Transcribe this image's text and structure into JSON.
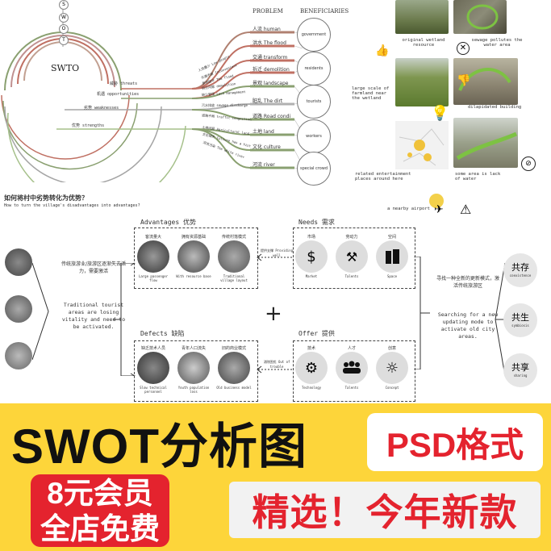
{
  "swot_diagram": {
    "letters": [
      "S",
      "W",
      "O",
      "T"
    ],
    "center_label": "SWTO",
    "arcs": [
      {
        "label": "威胁 threats"
      },
      {
        "label": "机遇 opportunities"
      },
      {
        "label": "劣势 weaknesses"
      },
      {
        "label": "优势 strengths"
      }
    ],
    "column_problem": "PROBLEM",
    "column_beneficiaries": "BENEFICIARIES",
    "problems": [
      "人流 human",
      "洪水 The flood",
      "交通 transform",
      "拆迁 demolition",
      "景观 landscape",
      "脏乱 The dirt",
      "道路 Road condi",
      "土地 land",
      "文化 culture",
      "河流 river"
    ],
    "branch_labels": [
      "人流量少 Low people",
      "交通不便 Inconvenient",
      "景观破坏 The flood",
      "拆迁问题 demolition",
      "缺少管理 Lack management",
      "污水排放 sewage discharge",
      "道路不畅 traffic congestion",
      "土地问题 Agricultural land",
      "文化缺失 Culture has a hist",
      "河流污染 The white river"
    ],
    "beneficiaries": [
      "government",
      "residents",
      "tourists",
      "workers",
      "special crowd"
    ]
  },
  "photo_panel": {
    "captions": [
      "original wetland resource",
      "sewage pollutes the water area",
      "large scale of farmland near the wetland",
      "dilapidated building",
      "related entertainment places around here",
      "some area is lack of water",
      "a nearby airport"
    ]
  },
  "transform_diagram": {
    "title_cn": "如何将村中劣势转化为优势？",
    "title_en": "How to turn the village's disadvantages into advantages?",
    "left_text_cn": "传统旅游业/旅游区逐渐失去活力，需要激活",
    "left_text_en": "Traditional tourist areas are losing vitality and need to be activated.",
    "advantages_title": "Advantages 优势",
    "advantages_items": [
      {
        "cn": "客流量大",
        "en": "Large passenger flow"
      },
      {
        "cn": "拥有资源基础",
        "en": "With resource base"
      },
      {
        "cn": "传统村落模式",
        "en": "Traditional village layout"
      }
    ],
    "needs_title": "Needs 需求",
    "needs_items": [
      {
        "cn": "市场",
        "en": "Market"
      },
      {
        "cn": "劳动力",
        "en": "Talents"
      },
      {
        "cn": "空间",
        "en": "Space"
      }
    ],
    "defects_title": "Defects 缺陷",
    "defects_items": [
      {
        "cn": "缺乏技术人员",
        "en": "Slow technical personnel"
      },
      {
        "cn": "青年人口流失",
        "en": "Youth population loss"
      },
      {
        "cn": "旧的商业模式",
        "en": "Old business model"
      }
    ],
    "offer_title": "Offer 提供",
    "offer_items": [
      {
        "cn": "技术",
        "en": "Technology"
      },
      {
        "cn": "人才",
        "en": "Talents"
      },
      {
        "cn": "创意",
        "en": "Concept"
      }
    ],
    "arrow_top": "提供支撑 Providing well",
    "arrow_bottom": "消除困扰 Out of trouble",
    "plus": "+",
    "right_text_cn": "寻找一种全新的更新模式，激活传统旅游区",
    "right_text_en": "Searching for a new updating mode to activate old city areas.",
    "outcomes": [
      {
        "cn": "共存",
        "en": "coexistence"
      },
      {
        "cn": "共生",
        "en": "symbiosis"
      },
      {
        "cn": "共享",
        "en": "sharing"
      }
    ]
  },
  "banner": {
    "title": "SWOT分析图",
    "badge": "PSD格式",
    "member_line1": "8元会员",
    "member_line2": "全店免费",
    "new_label": "精选！今年新款"
  },
  "colors": {
    "banner_yellow": "#fdd53a",
    "red": "#e4232e",
    "green_highlight": "#7dc243"
  }
}
